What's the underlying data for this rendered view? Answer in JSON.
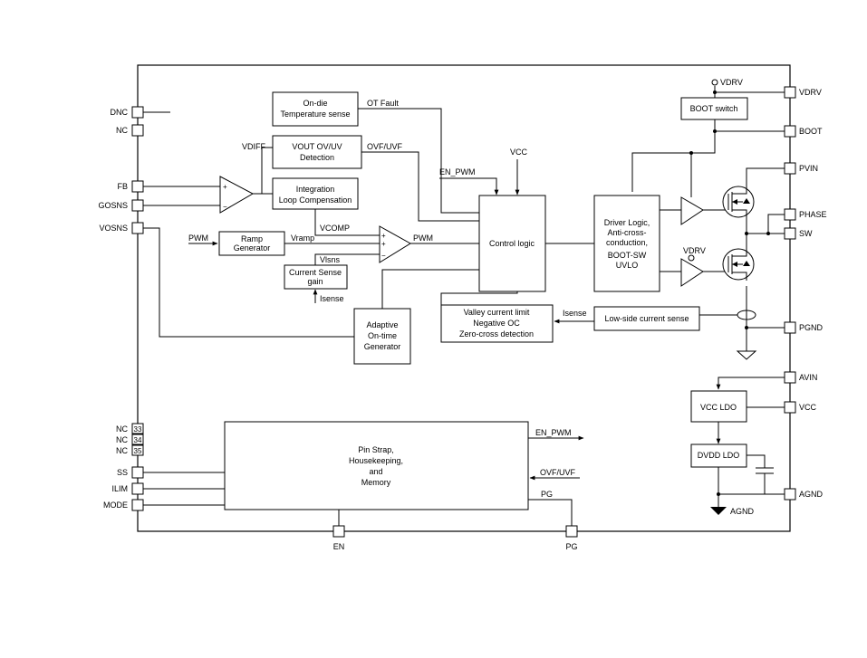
{
  "pins_left": {
    "dnc": "DNC",
    "nc1": "NC",
    "fb": "FB",
    "gosns": "GOSNS",
    "vosns": "VOSNS",
    "nc33": "NC",
    "nc34": "NC",
    "nc35": "NC",
    "n33": "33",
    "n34": "34",
    "n35": "35",
    "ss": "SS",
    "ilim": "ILIM",
    "mode": "MODE"
  },
  "pins_right": {
    "vdrv": "VDRV",
    "boot": "BOOT",
    "pvin": "PVIN",
    "phase": "PHASE",
    "sw": "SW",
    "pgnd": "PGND",
    "avin": "AVIN",
    "vcc": "VCC",
    "agnd": "AGND"
  },
  "pins_bottom": {
    "en": "EN",
    "pg": "PG"
  },
  "blocks": {
    "temp_sense": [
      "On-die",
      "Temperature sense"
    ],
    "vout_detect": [
      "VOUT OV/UV",
      "Detection"
    ],
    "integration": [
      "Integration",
      "Loop Compensation"
    ],
    "ramp_gen": [
      "Ramp",
      "Generator"
    ],
    "current_sense_gain": [
      "Current Sense",
      "gain"
    ],
    "adaptive_ontime": [
      "Adaptive",
      "On-time",
      "Generator"
    ],
    "control_logic": [
      "Control logic"
    ],
    "driver_logic": [
      "Driver Logic,",
      "Anti-cross-",
      "conduction,",
      "BOOT-SW",
      "UVLO"
    ],
    "boot_switch": [
      "BOOT switch"
    ],
    "valley_limit": [
      "Valley current limit",
      "Negative OC",
      "Zero-cross detection"
    ],
    "low_side_sense": [
      "Low-side current sense"
    ],
    "vcc_ldo": [
      "VCC LDO"
    ],
    "dvdd_ldo": [
      "DVDD LDO"
    ],
    "pin_strap": [
      "Pin Strap,",
      "Housekeeping,",
      "and",
      "Memory"
    ]
  },
  "signals": {
    "ot_fault": "OT Fault",
    "vdiff": "VDIFF",
    "ovf_uvf_top": "OVF/UVF",
    "en_pwm_top": "EN_PWM",
    "vcc_top": "VCC",
    "pwm_in": "PWM",
    "vramp": "Vramp",
    "vcomp": "VCOMP",
    "vlsns": "Vlsns",
    "pwm_out": "PWM",
    "isense_gain": "Isense",
    "isense_valley": "Isense",
    "vdrv_top": "VDRV",
    "vdrv_low": "VDRV",
    "en_pwm_out": "EN_PWM",
    "ovf_uvf_in": "OVF/UVF",
    "pg_out": "PG",
    "agnd_sym": "AGND",
    "plus1": "+",
    "minus1": "−",
    "plus2": "+",
    "plus3": "+",
    "minus2": "−"
  }
}
